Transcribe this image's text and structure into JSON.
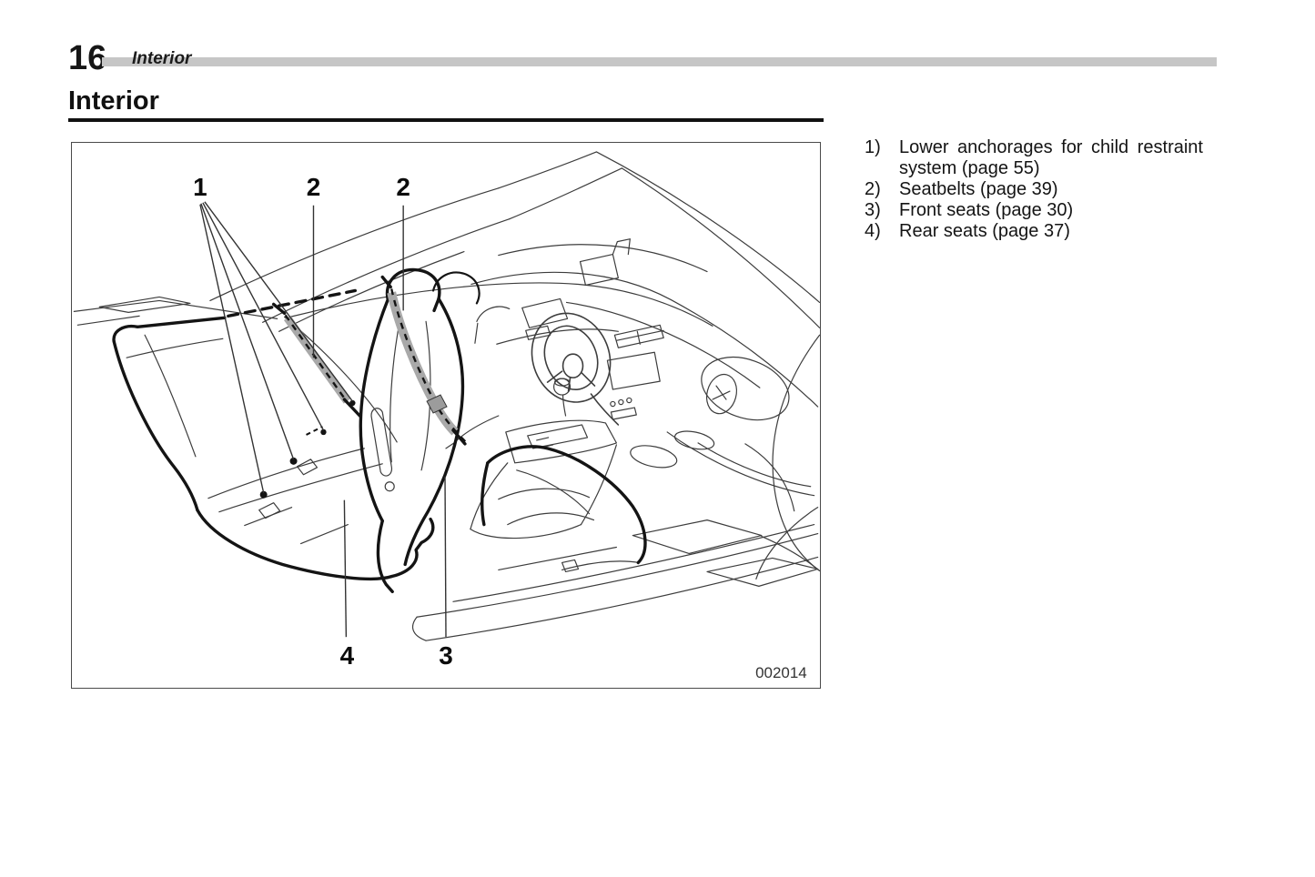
{
  "header": {
    "page_number": "16",
    "section": "Interior"
  },
  "title": "Interior",
  "figure": {
    "code": "002014",
    "callouts": {
      "one": "1",
      "two_a": "2",
      "two_b": "2",
      "three": "3",
      "four": "4"
    }
  },
  "legend": {
    "items": [
      {
        "marker": "1)",
        "text": "Lower anchorages for child restraint system (page 55)"
      },
      {
        "marker": "2)",
        "text": "Seatbelts (page 39)"
      },
      {
        "marker": "3)",
        "text": "Front seats (page 30)"
      },
      {
        "marker": "4)",
        "text": "Rear seats (page 37)"
      }
    ]
  },
  "colors": {
    "header_bar": "#c6c6c6",
    "line": "#141414",
    "belt": "#a9a9a9"
  }
}
